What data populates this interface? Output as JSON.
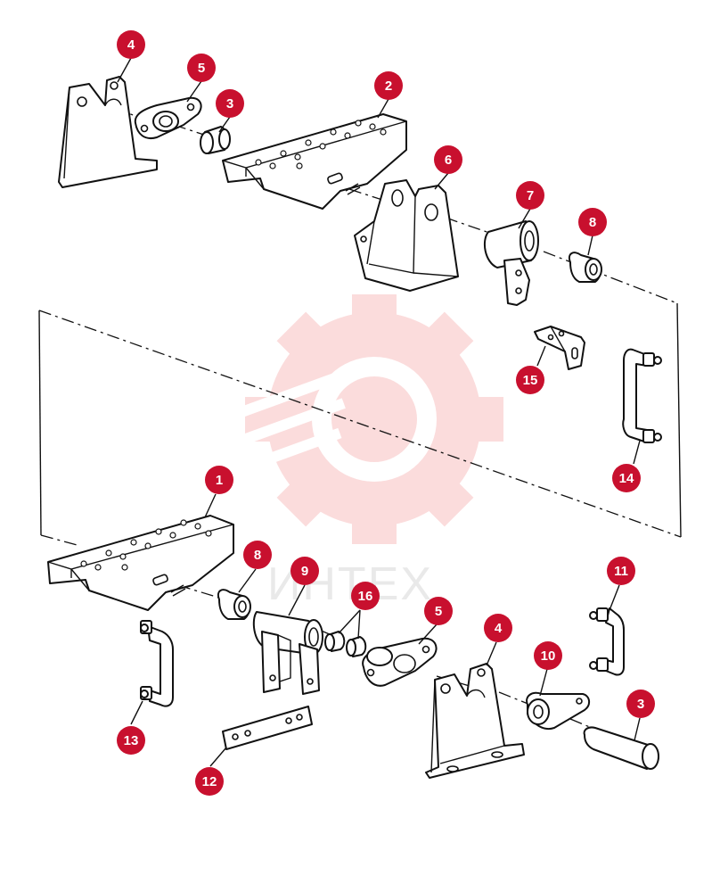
{
  "diagram": {
    "watermark_text": "ИНТЕХ",
    "accent_color": "#c8102e",
    "callouts": [
      {
        "id": "c-4-top",
        "label": "4"
      },
      {
        "id": "c-5-top",
        "label": "5"
      },
      {
        "id": "c-3-top",
        "label": "3"
      },
      {
        "id": "c-2",
        "label": "2"
      },
      {
        "id": "c-6",
        "label": "6"
      },
      {
        "id": "c-7",
        "label": "7"
      },
      {
        "id": "c-8-top",
        "label": "8"
      },
      {
        "id": "c-15",
        "label": "15"
      },
      {
        "id": "c-14",
        "label": "14"
      },
      {
        "id": "c-1",
        "label": "1"
      },
      {
        "id": "c-8-bottom",
        "label": "8"
      },
      {
        "id": "c-9",
        "label": "9"
      },
      {
        "id": "c-16",
        "label": "16"
      },
      {
        "id": "c-5-bottom",
        "label": "5"
      },
      {
        "id": "c-4-bottom",
        "label": "4"
      },
      {
        "id": "c-10",
        "label": "10"
      },
      {
        "id": "c-11",
        "label": "11"
      },
      {
        "id": "c-3-bottom",
        "label": "3"
      },
      {
        "id": "c-13",
        "label": "13"
      },
      {
        "id": "c-12",
        "label": "12"
      }
    ]
  }
}
